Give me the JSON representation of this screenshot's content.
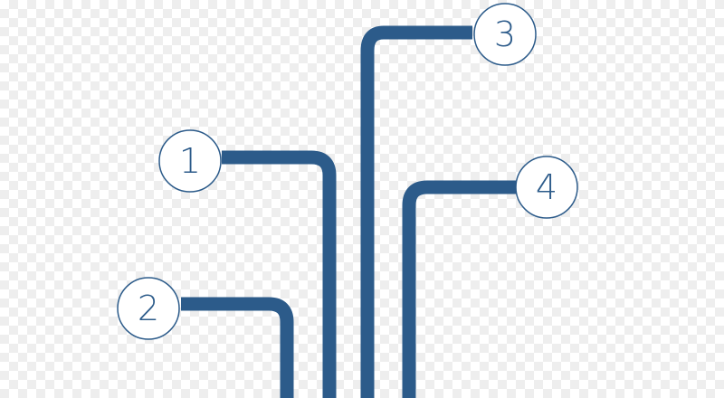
{
  "colors": {
    "connector": "#2c5b8a",
    "circle_stroke": "#2c5b8a",
    "circle_fill": "#ffffff",
    "number": "#2c5b8a"
  },
  "nodes": [
    {
      "label": "1"
    },
    {
      "label": "2"
    },
    {
      "label": "3"
    },
    {
      "label": "4"
    }
  ]
}
